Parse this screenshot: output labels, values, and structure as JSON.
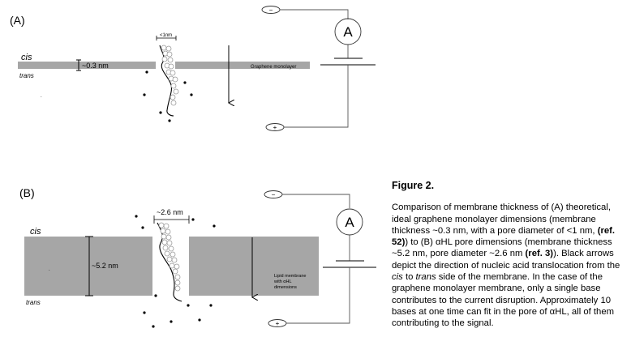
{
  "panelA": {
    "label": "(A)",
    "cis": "cis",
    "trans": "trans",
    "thickness": "~0.3 nm",
    "pore": "<1nm",
    "membrane_label": "Graphene monolayer",
    "ammeter": "A",
    "minus": "−",
    "plus": "+"
  },
  "panelB": {
    "label": "(B)",
    "cis": "cis",
    "trans": "trans",
    "thickness": "~5.2 nm",
    "pore": "~2.6 nm",
    "membrane_label_1": "Lipid membrane",
    "membrane_label_2": "with αHL",
    "membrane_label_3": "dimensions",
    "ammeter": "A",
    "minus": "−",
    "plus": "+"
  },
  "caption": {
    "title": "Figure 2.",
    "p1": "Comparison of membrane thickness of (A) theoretical, ideal graphene monolayer dimensions (membrane thickness ~0.3 nm, with a pore diameter of <1 nm, ",
    "ref52": "(ref. 52)",
    "p2": ") to (B) αHL pore dimensions (membrane thickness ~5.2 nm, pore diameter ~2.6 nm ",
    "ref3": "(ref. 3)",
    "p3": "). Black arrows depict the direction of nucleic acid translocation from the ",
    "cis": "cis",
    "p4": " to ",
    "trans": "trans",
    "p5": " side of the membrane. In the case of the graphene monolayer membrane, only a single base contributes to the current disruption. Approximately 10 bases at one time can fit in the pore of αHL, all of them contributing to the signal."
  }
}
